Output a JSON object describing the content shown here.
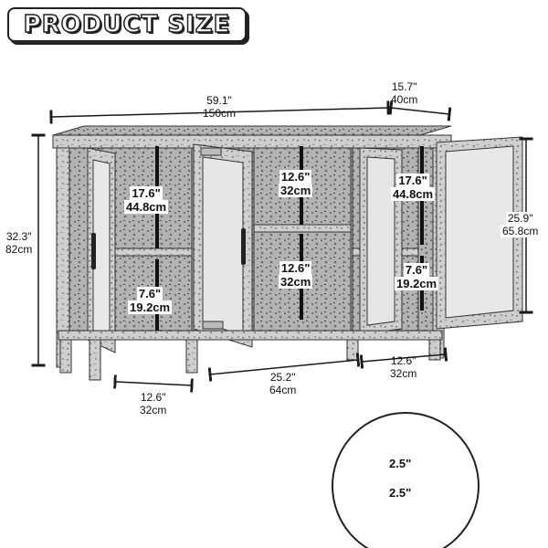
{
  "title": "PRODUCT SIZE",
  "dimensions": {
    "width_in": "59.1\"",
    "width_cm": "150cm",
    "depth_in": "15.7\"",
    "depth_cm": "40cm",
    "height_in": "32.3\"",
    "height_cm": "82cm",
    "cabinet_height_in": "25.9\"",
    "cabinet_height_cm": "65.8cm",
    "left_upper_in": "17.6\"",
    "left_upper_cm": "44.8cm",
    "left_lower_in": "7.6\"",
    "left_lower_cm": "19.2cm",
    "center_upper_in": "12.6\"",
    "center_upper_cm": "32cm",
    "center_lower_in": "12.6\"",
    "center_lower_cm": "32cm",
    "right_upper_in": "17.6\"",
    "right_upper_cm": "44.8cm",
    "right_lower_in": "7.6\"",
    "right_lower_cm": "19.2cm",
    "bottom_left_in": "12.6\"",
    "bottom_left_cm": "32cm",
    "bottom_center_in": "25.2\"",
    "bottom_center_cm": "64cm",
    "bottom_right_in": "12.6\"",
    "bottom_right_cm": "32cm",
    "detail_top": "2.5\"",
    "detail_bottom": "2.5\""
  },
  "colors": {
    "line": "#1a1a1a",
    "wood_light": "#d9d9d9",
    "wood_mid": "#a8a8a8",
    "wood_dark": "#555555"
  }
}
